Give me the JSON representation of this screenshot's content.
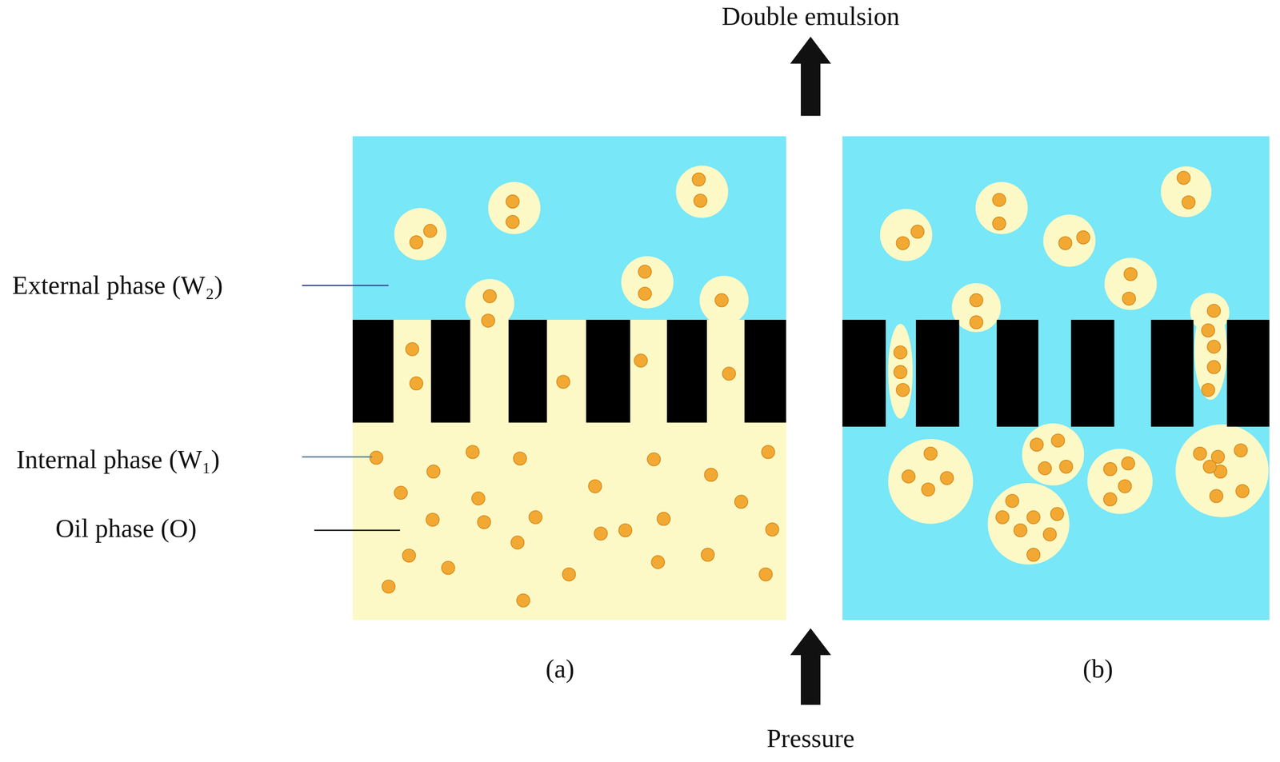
{
  "diagram": {
    "labels": [
      "Double emulsion",
      "External phase (W₂)",
      "Internal phase (W₁)",
      "Oil phase (O)",
      "(a)",
      "(b)",
      "Pressure"
    ]
  }
}
